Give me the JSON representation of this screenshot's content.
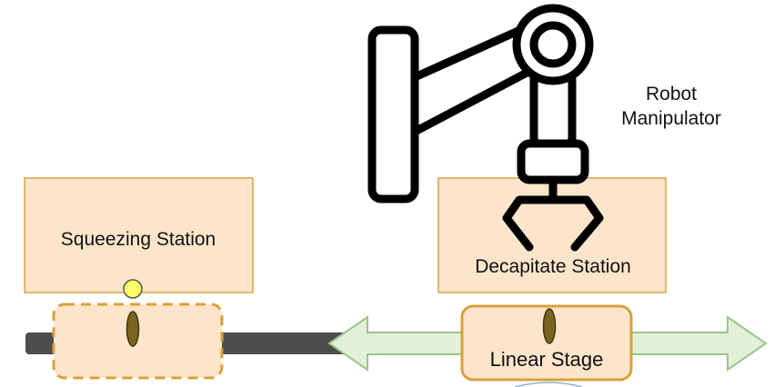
{
  "labels": {
    "robot_line1": "Robot",
    "robot_line2": "Manipulator",
    "squeezing_station": "Squeezing Station",
    "decapitate_station": "Decapitate Station",
    "linear_stage": "Linear Stage"
  },
  "colors": {
    "station_fill": "#fde5cc",
    "station_border": "#d6a444",
    "stage_border": "#d8a23a",
    "rail": "#4d4d4d",
    "arrow_fill": "#e2f0d9",
    "arrow_stroke": "#9bc48b",
    "sample_tube": "#7a6420",
    "sensor_dot": "#ffff66",
    "robot_stroke": "#000000"
  }
}
